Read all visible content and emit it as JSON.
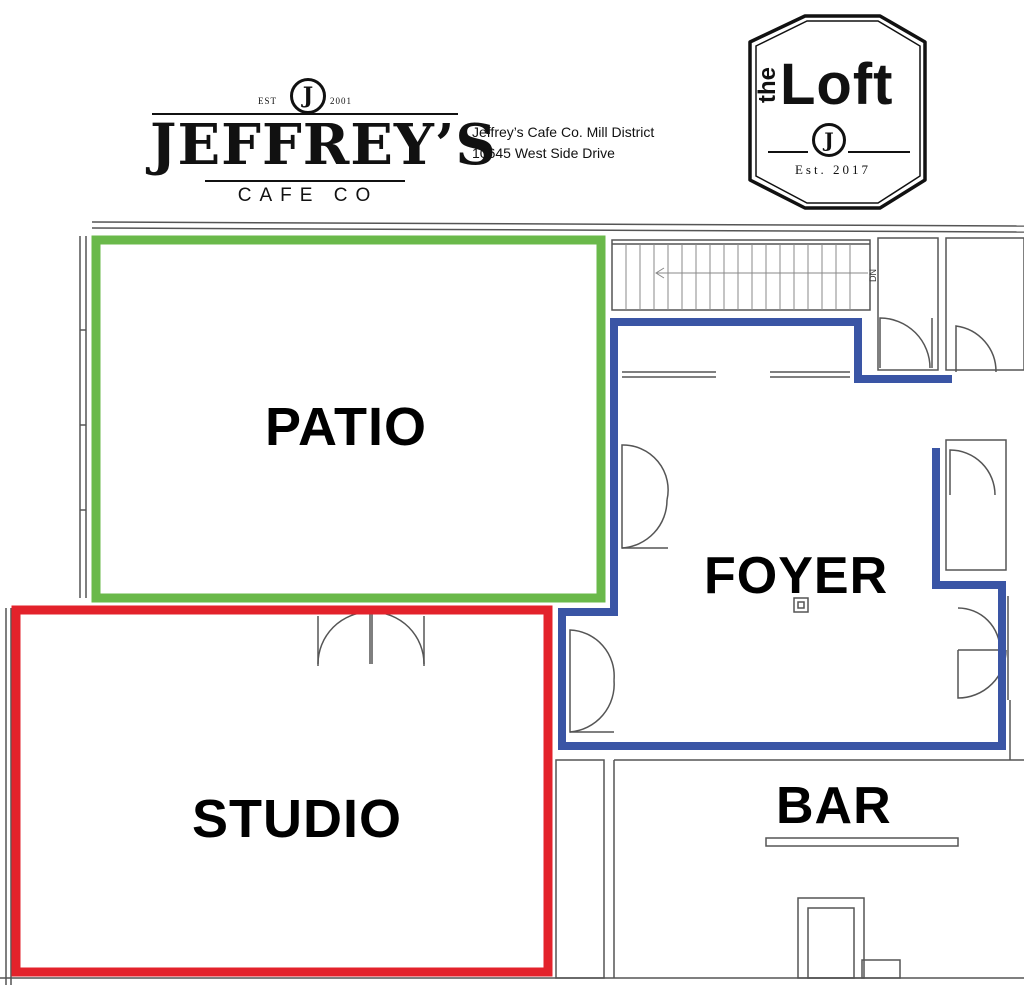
{
  "logo_jeffreys": {
    "badge_letter": "J",
    "est_left": "EST",
    "est_right": "2001",
    "name": "JEFFREY’S",
    "subname": "CAFE CO"
  },
  "address": {
    "line1": "Jeffrey’s Cafe Co. Mill District",
    "line2": "10645 West Side Drive"
  },
  "logo_loft": {
    "the": "the",
    "name": "Loft",
    "badge_letter": "J",
    "est": "Est. 2017"
  },
  "rooms": {
    "patio": "PATIO",
    "studio": "STUDIO",
    "foyer": "FOYER",
    "bar": "BAR"
  },
  "stair_label": "DN",
  "colors": {
    "patio_outline": "#6ab94a",
    "studio_outline": "#e3222b",
    "foyer_outline": "#3a55a5",
    "wall": "#555555"
  }
}
